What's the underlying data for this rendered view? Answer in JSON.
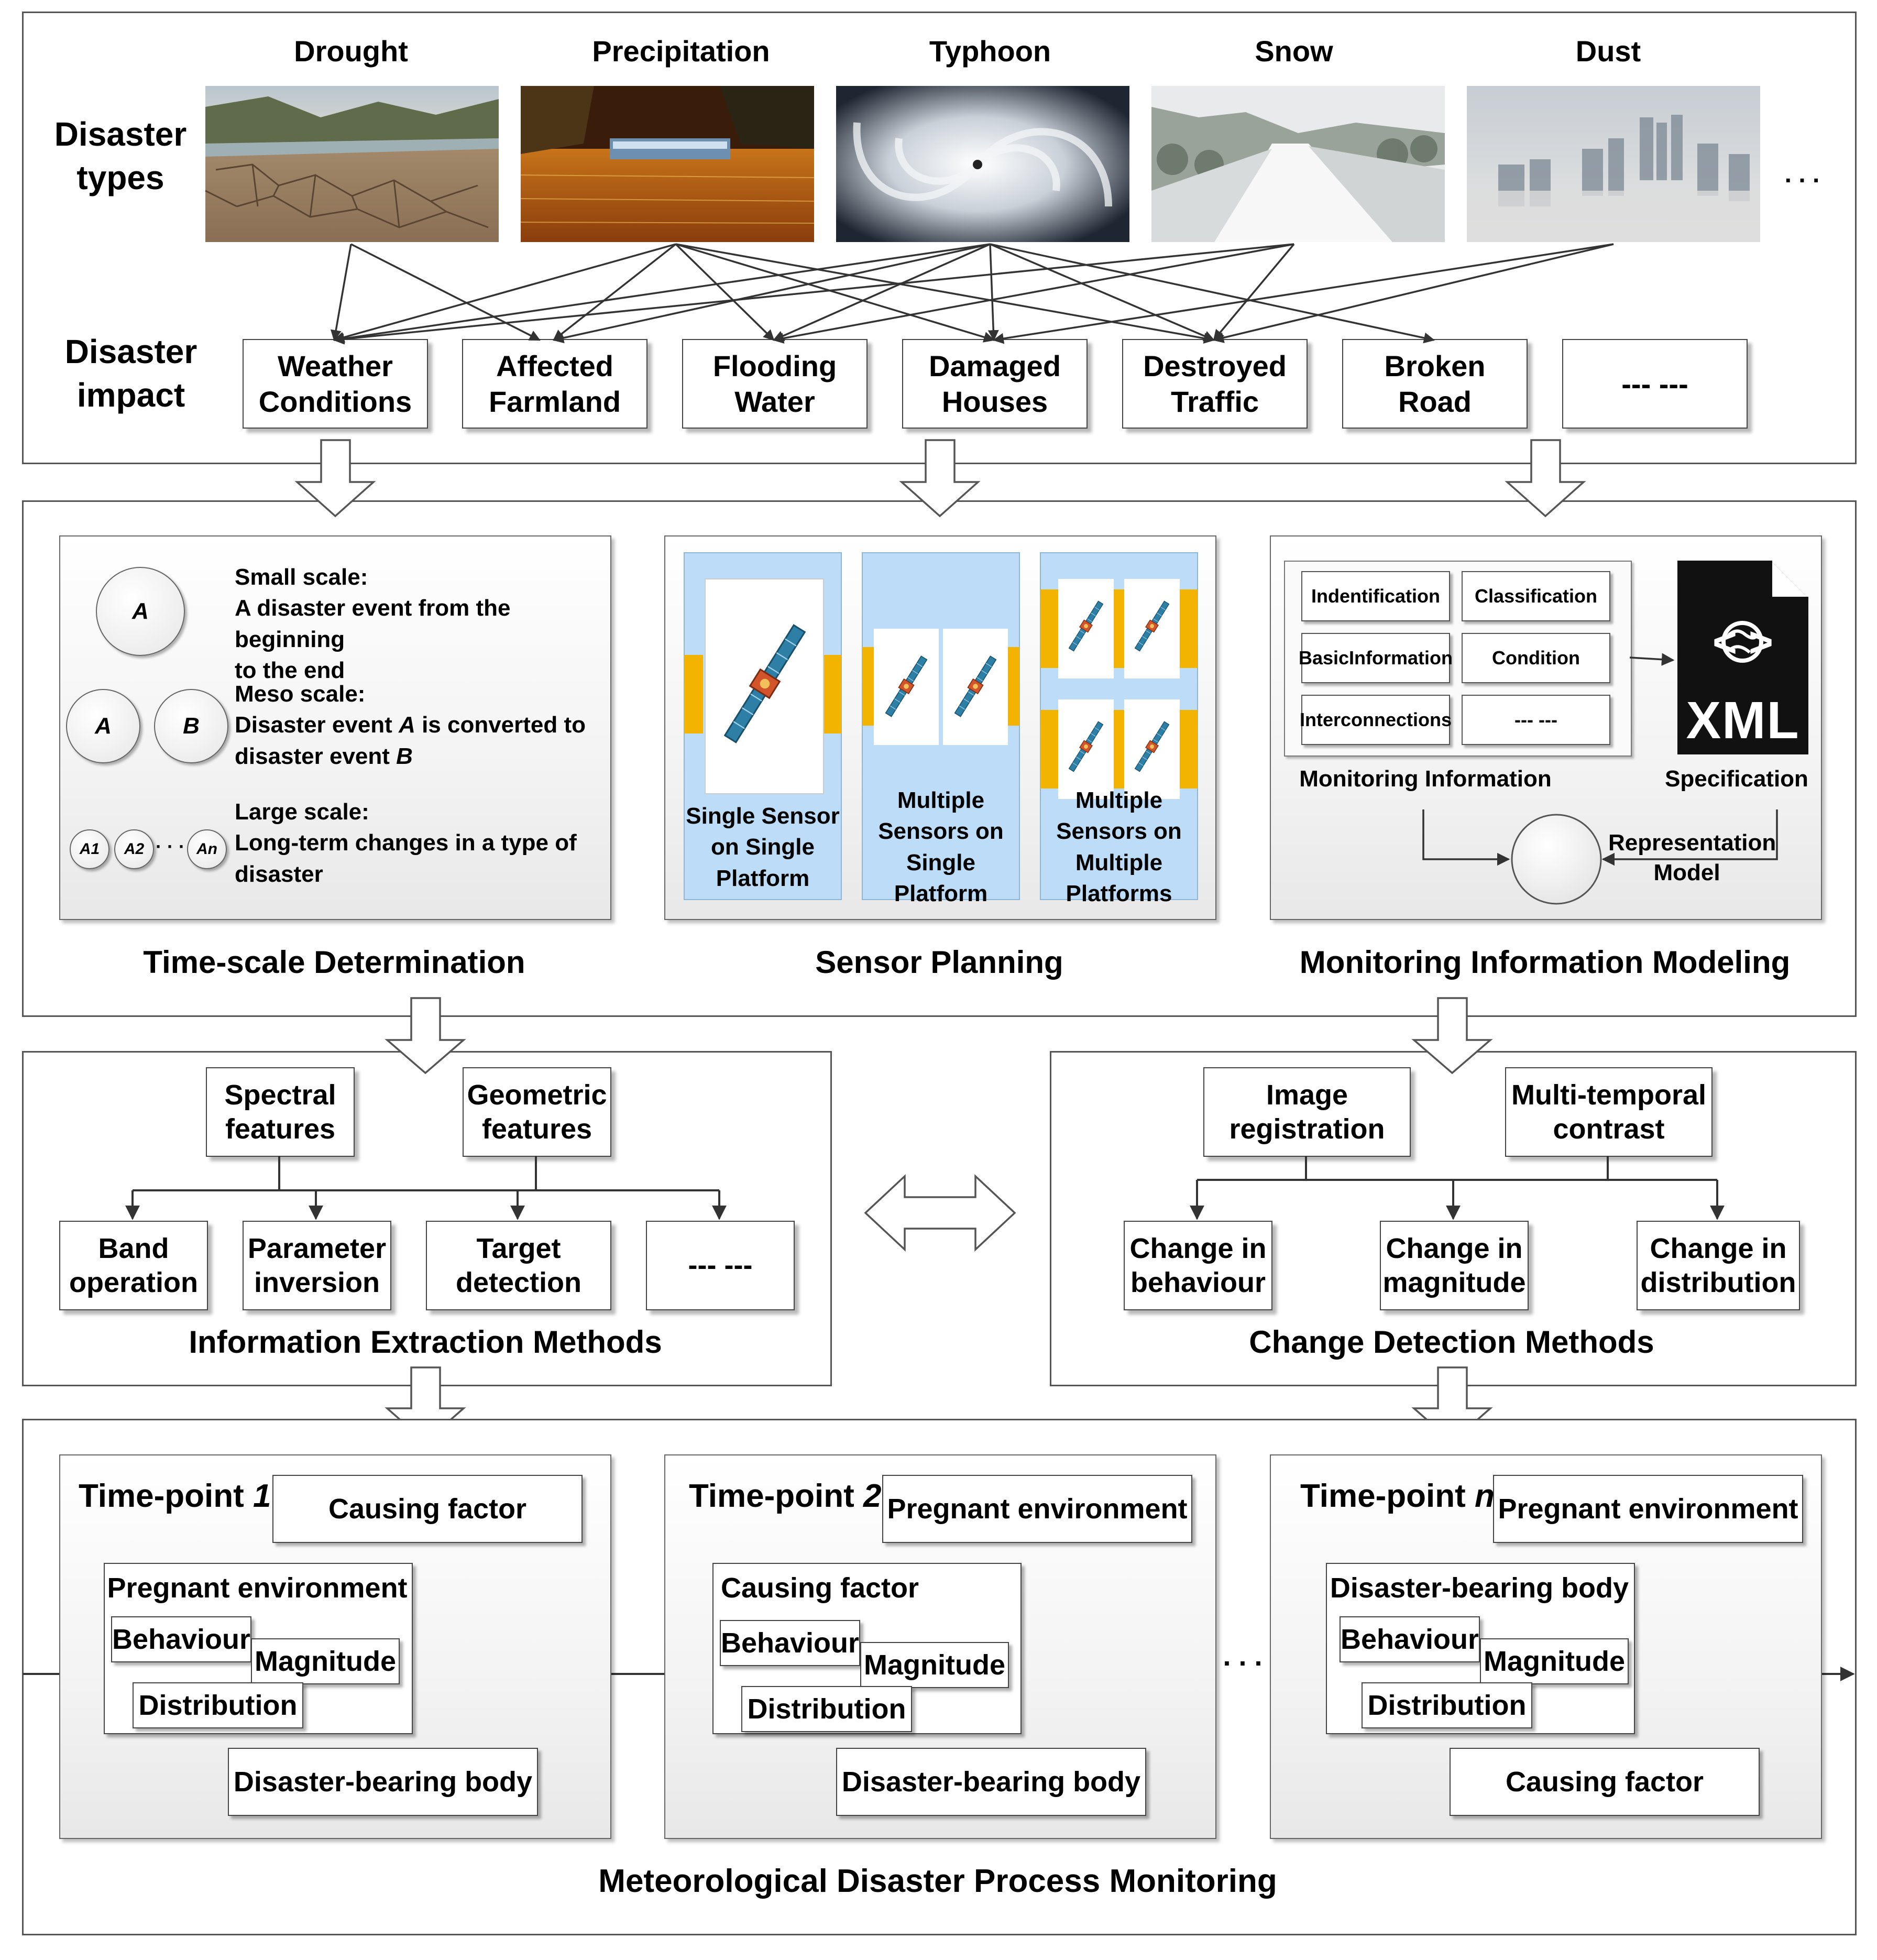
{
  "disaster_types": {
    "row_label": "Disaster\ntypes",
    "items": [
      "Drought",
      "Precipitation",
      "Typhoon",
      "Snow",
      "Dust"
    ],
    "more": ". . ."
  },
  "disaster_impact": {
    "row_label": "Disaster\nimpact",
    "items": [
      [
        "Weather",
        "Conditions"
      ],
      [
        "Affected",
        "Farmland"
      ],
      [
        "Flooding",
        "Water"
      ],
      [
        "Damaged",
        "Houses"
      ],
      [
        "Destroyed",
        "Traffic"
      ],
      [
        "Broken",
        "Road"
      ],
      [
        "--- ---",
        ""
      ]
    ]
  },
  "time_scale": {
    "title": "Time-scale Determination",
    "small_heading": "Small scale:",
    "small_text": [
      "A disaster event from the beginning",
      "to the end"
    ],
    "meso_heading": "Meso scale:",
    "meso_text_1a": "Disaster event ",
    "meso_text_1b": "A",
    "meso_text_1c": " is converted to",
    "meso_text_2a": "disaster event ",
    "meso_text_2b": "B",
    "large_heading": "Large scale:",
    "large_text": [
      "Long-term changes in a type of",
      "disaster"
    ],
    "circle_a": "A",
    "circle_b": "B",
    "circle_a1": "A1",
    "circle_a2": "A2",
    "circle_an": "An",
    "dots": "· · ·"
  },
  "sensor_planning": {
    "title": "Sensor Planning",
    "captions": [
      [
        "Single Sensor",
        "on Single",
        "Platform"
      ],
      [
        "Multiple",
        "Sensors on",
        "Single",
        "Platform"
      ],
      [
        "Multiple",
        "Sensors on",
        "Multiple",
        "Platforms"
      ]
    ]
  },
  "monitoring_modeling": {
    "title": "Monitoring Information Modeling",
    "cells": [
      "Indentification",
      "Classification",
      "BasicInformation",
      "Condition",
      "Interconnections",
      "--- ---"
    ],
    "group_label": "Monitoring Information",
    "spec_label": "Specification",
    "model_label": [
      "Representation",
      "Model"
    ],
    "xml_text": "XML",
    "xml_brackets": "<  >"
  },
  "extraction": {
    "title": "Information Extraction Methods",
    "top": [
      [
        "Spectral",
        "features"
      ],
      [
        "Geometric",
        "features"
      ]
    ],
    "bottom": [
      [
        "Band",
        "operation"
      ],
      [
        "Parameter",
        "inversion"
      ],
      [
        "Target",
        "detection"
      ],
      [
        "--- ---",
        ""
      ]
    ]
  },
  "change_detection": {
    "title": "Change Detection Methods",
    "top": [
      [
        "Image",
        "registration"
      ],
      [
        "Multi-temporal",
        "contrast"
      ]
    ],
    "bottom": [
      [
        "Change in",
        "behaviour"
      ],
      [
        "Change in",
        "magnitude"
      ],
      [
        "Change in",
        "distribution"
      ]
    ]
  },
  "process": {
    "title": "Meteorological Disaster Process Monitoring",
    "ellipsis": ". . .",
    "timepoints": [
      {
        "label": "Time-point ",
        "num": "1",
        "top": "Causing factor",
        "inner_title": "Pregnant environment",
        "bottom": "Disaster-bearing body"
      },
      {
        "label": "Time-point ",
        "num": "2",
        "top": "Pregnant environment",
        "inner_title": "Causing factor",
        "bottom": "Disaster-bearing body"
      },
      {
        "label": "Time-point ",
        "num": "n",
        "top": "Pregnant environment",
        "inner_title": "Disaster-bearing body",
        "bottom": "Causing factor"
      }
    ],
    "inner_items": [
      "Behaviour",
      "Magnitude",
      "Distribution"
    ]
  },
  "colors": {
    "sensor_bg": "#bcdcf7",
    "panel_yellow": "#f2b400",
    "satellite_panel": "#2d7fa6",
    "satellite_body": "#d2542a"
  }
}
